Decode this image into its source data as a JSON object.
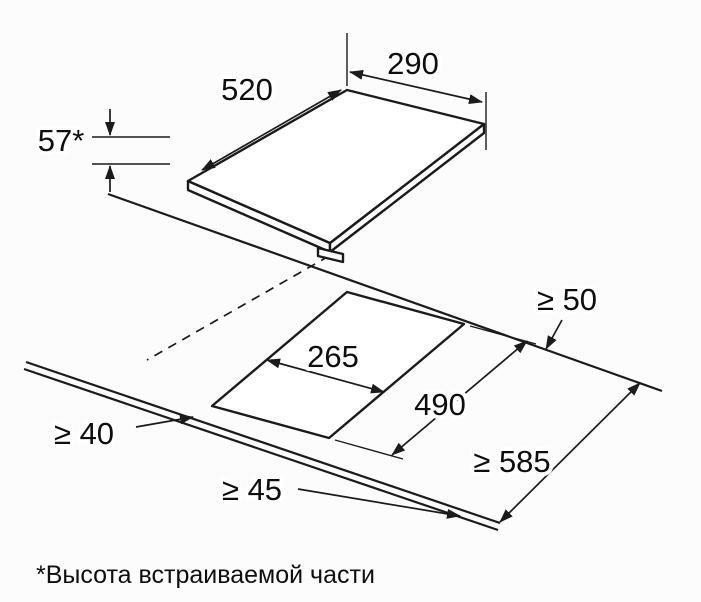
{
  "colors": {
    "background": "#fcfcfc",
    "line": "#1b1b1b",
    "text": "#0e0e0e"
  },
  "diagram": {
    "labels": {
      "hob_depth": "520",
      "hob_width": "290",
      "built_in_height": "57*",
      "cutout_width": "265",
      "cutout_depth": "490",
      "clearance_rear": "≥ 50",
      "clearance_side": "≥ 40",
      "worktop_depth": "≥ 585",
      "clearance_front": "≥ 45"
    },
    "footnote": "*Высота встраиваемой части"
  }
}
